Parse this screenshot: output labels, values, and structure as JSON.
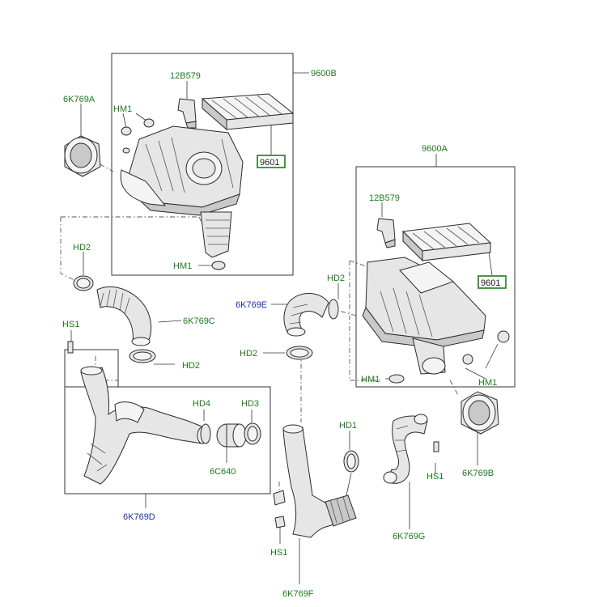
{
  "labels": {
    "p9600B": "9600B",
    "p9600A": "9600A",
    "p12B579_top": "12B579",
    "p12B579_right": "12B579",
    "p9601_top": "9601",
    "p9601_right": "9601",
    "p6K769A": "6K769A",
    "p6K769B": "6K769B",
    "p6K769C": "6K769C",
    "p6K769D": "6K769D",
    "p6K769E": "6K769E",
    "p6K769F": "6K769F",
    "p6K769G": "6K769G",
    "p6C640": "6C640",
    "HM1_a": "HM1",
    "HM1_b": "HM1",
    "HM1_c": "HM1",
    "HM1_d": "HM1",
    "HD1": "HD1",
    "HD2_a": "HD2",
    "HD2_b": "HD2",
    "HD2_c": "HD2",
    "HD2_d": "HD2",
    "HD3": "HD3",
    "HD4": "HD4",
    "HS1_a": "HS1",
    "HS1_b": "HS1",
    "HS1_c": "HS1"
  },
  "colors": {
    "part_label": "#1e7a1e",
    "highlight_label": "#1a2fb0",
    "line": "#333333"
  }
}
